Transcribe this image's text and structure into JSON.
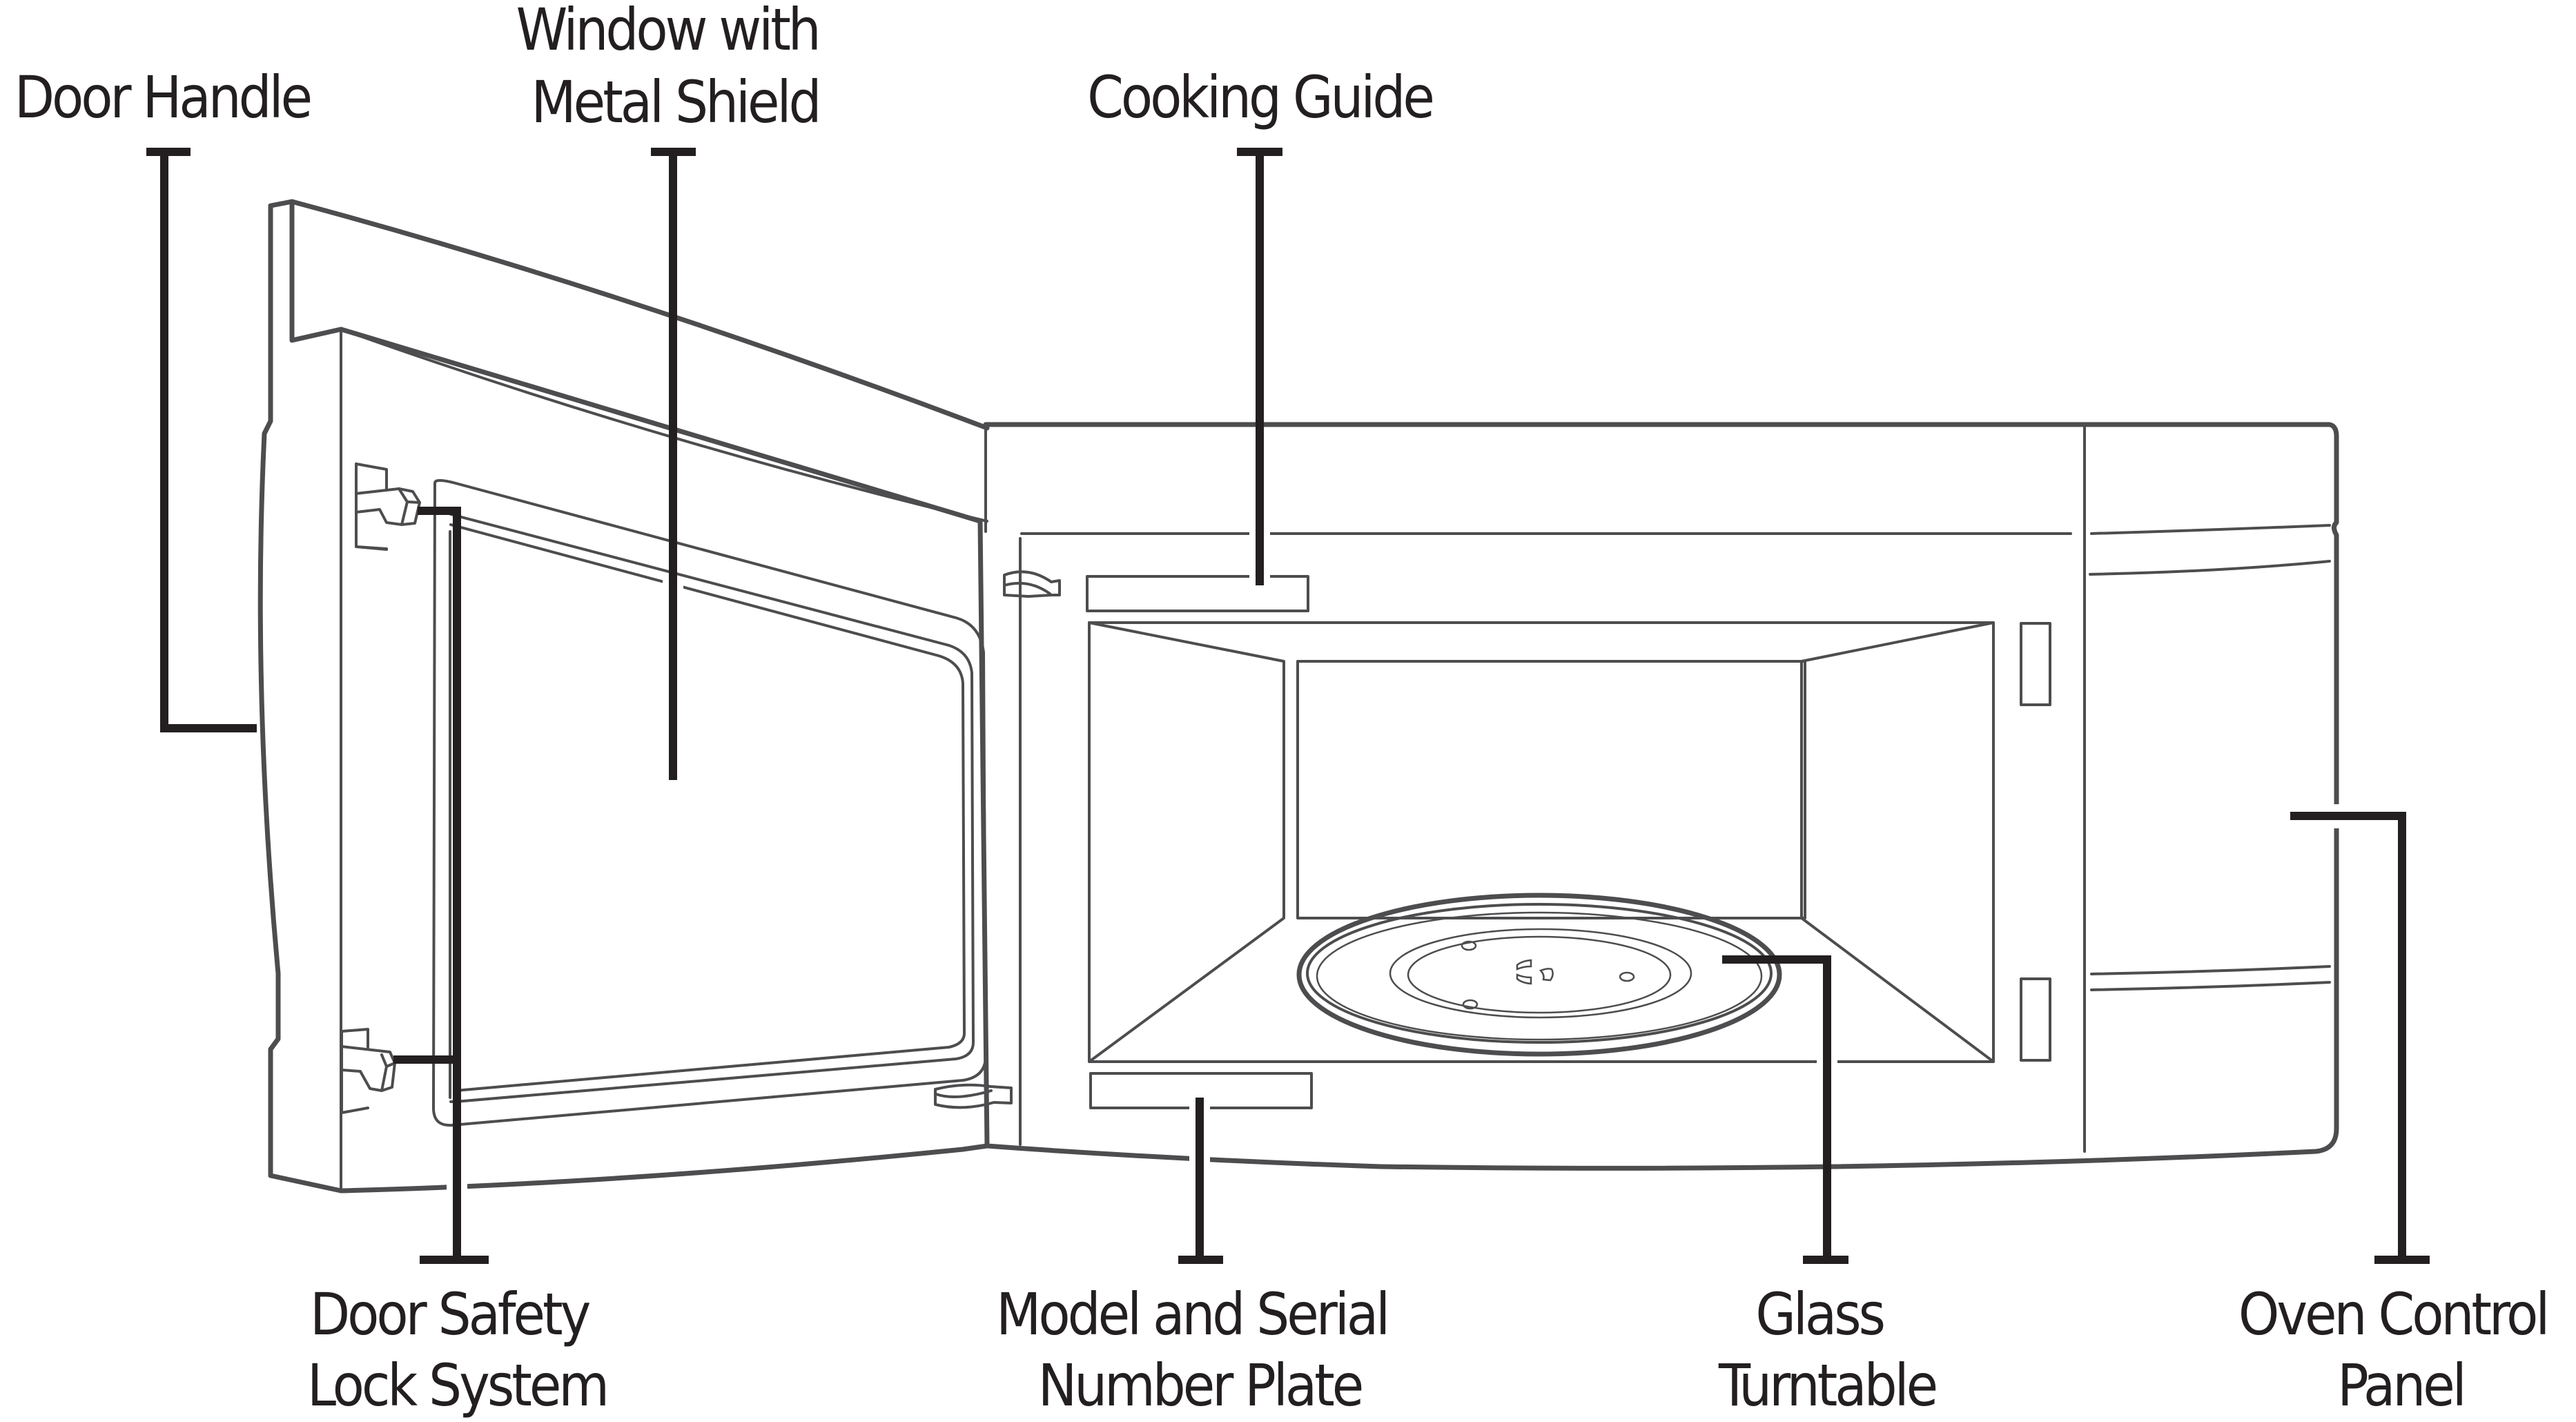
{
  "diagram": {
    "subject": "Over-the-range microwave oven, door open",
    "colors": {
      "outline": "#4d4d4f",
      "leader": "#231f20",
      "label_text": "#231f20",
      "background": "#ffffff"
    },
    "callouts": {
      "door_handle": {
        "lines": [
          "Door Handle"
        ]
      },
      "window": {
        "lines": [
          "Window with",
          "Metal Shield"
        ]
      },
      "cooking_guide": {
        "lines": [
          "Cooking Guide"
        ]
      },
      "door_safety": {
        "lines": [
          "Door Safety",
          "Lock System"
        ]
      },
      "model_plate": {
        "lines": [
          "Model and Serial",
          "Number Plate"
        ]
      },
      "turntable": {
        "lines": [
          "Glass",
          "Turntable"
        ]
      },
      "control_panel": {
        "lines": [
          "Oven Control",
          "Panel"
        ]
      }
    }
  }
}
